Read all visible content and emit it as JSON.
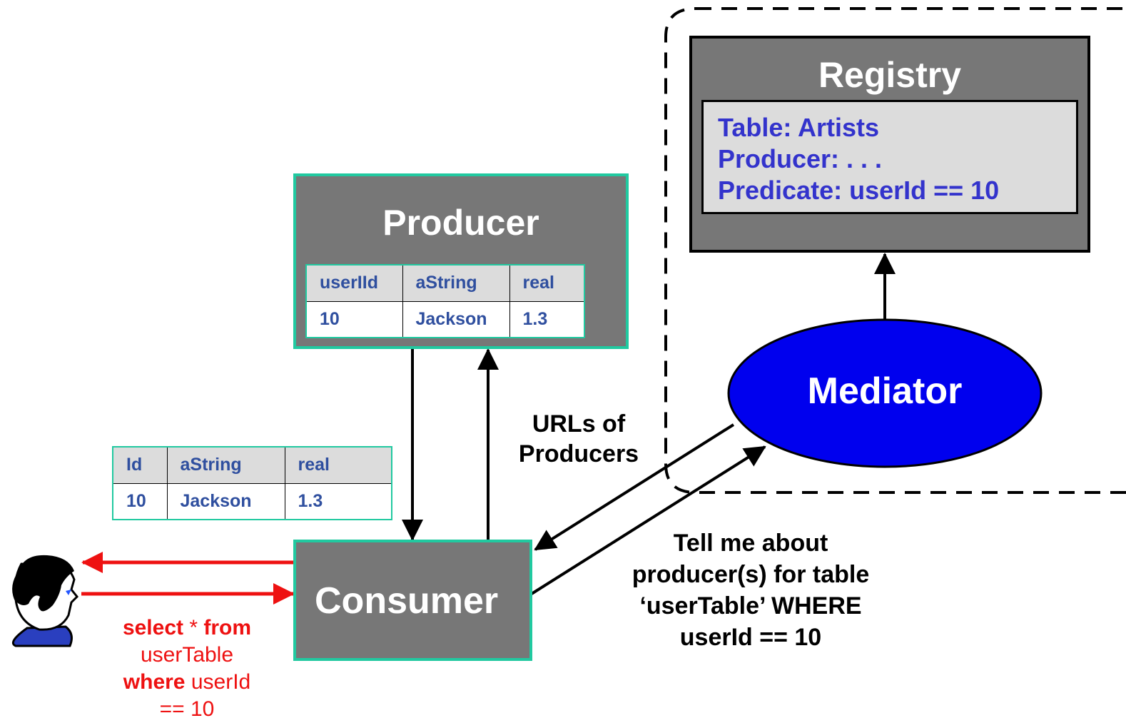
{
  "producer": {
    "title": "Producer",
    "table": {
      "headers": [
        "userIId",
        "aString",
        "real"
      ],
      "row": [
        "10",
        "Jackson",
        "1.3"
      ]
    }
  },
  "consumer": {
    "title": "Consumer",
    "table": {
      "headers": [
        "Id",
        "aString",
        "real"
      ],
      "row": [
        "10",
        "Jackson",
        "1.3"
      ]
    }
  },
  "registry": {
    "title": "Registry",
    "lines": [
      "Table: Artists",
      "Producer: . . .",
      "Predicate: userId == 10"
    ]
  },
  "mediator": {
    "title": "Mediator"
  },
  "labels": {
    "urls": [
      "URLs of",
      "Producers"
    ],
    "tell_me": [
      "Tell me about",
      "producer(s) for table",
      "‘userTable’ WHERE",
      "userId == 10"
    ]
  },
  "query": {
    "k1": "select",
    "t1": " * ",
    "k2": "from",
    "t2": "userTable",
    "k3": "where",
    "t3": " userId",
    "t4": "== 10"
  },
  "colors": {
    "box_fill": "#777777",
    "box_border": "#21c9a0",
    "mediator": "#0000ee",
    "registry_text": "#3333cc",
    "table_text": "#2f4f9f",
    "query_red": "#ee1111"
  },
  "icons": [
    "user-head-icon"
  ]
}
